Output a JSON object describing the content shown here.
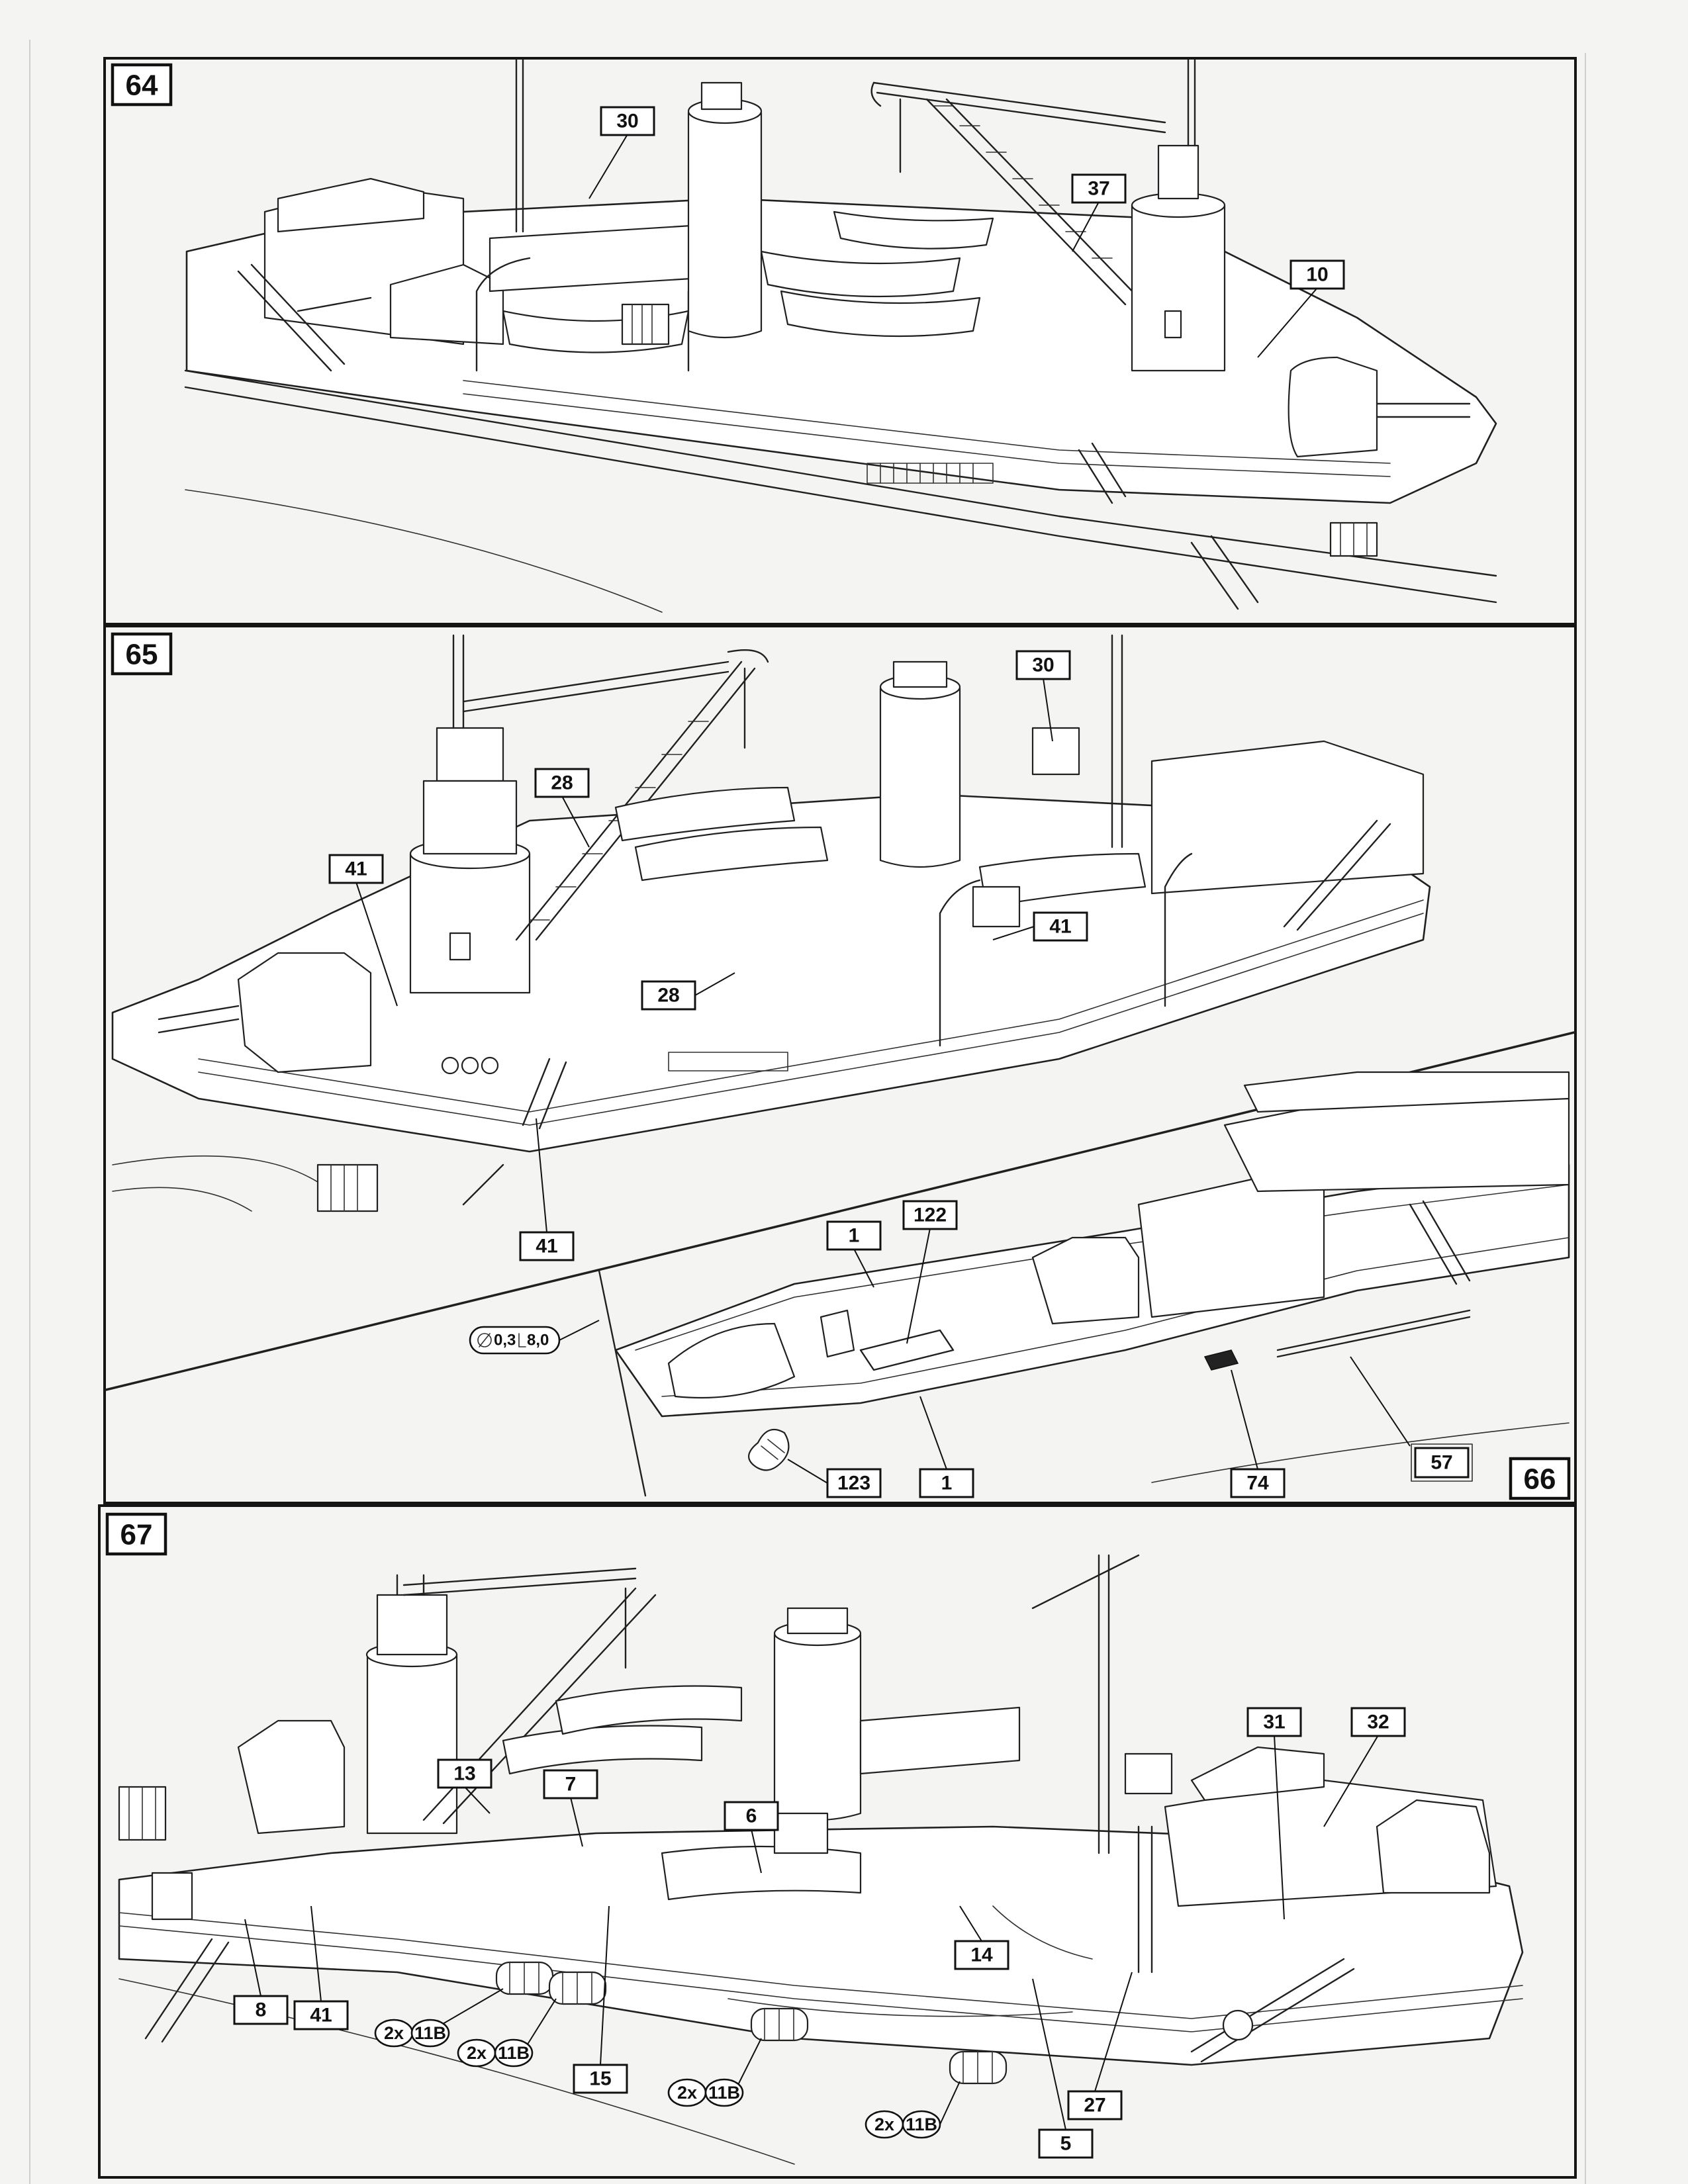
{
  "steps": {
    "s64": "64",
    "s65": "65",
    "s66": "66",
    "s67": "67"
  },
  "callouts": {
    "p64": [
      "30",
      "37",
      "10"
    ],
    "p65": [
      "30",
      "28",
      "41",
      "28",
      "41",
      "41"
    ],
    "p66": [
      "1",
      "122",
      "1",
      "123",
      "74",
      "57"
    ],
    "p67": [
      "13",
      "7",
      "6",
      "31",
      "32",
      "8",
      "41",
      "14",
      "15",
      "5",
      "27"
    ]
  },
  "quantity_labels": {
    "p67": [
      {
        "qty": "2x",
        "part": "11B"
      },
      {
        "qty": "2x",
        "part": "11B"
      },
      {
        "qty": "2x",
        "part": "11B"
      },
      {
        "qty": "2x",
        "part": "11B"
      }
    ]
  },
  "wire_spec": {
    "diameter": "0,3",
    "length": "8,0"
  },
  "colors": {
    "ink": "#111111",
    "paper": "#f4f4f2"
  }
}
